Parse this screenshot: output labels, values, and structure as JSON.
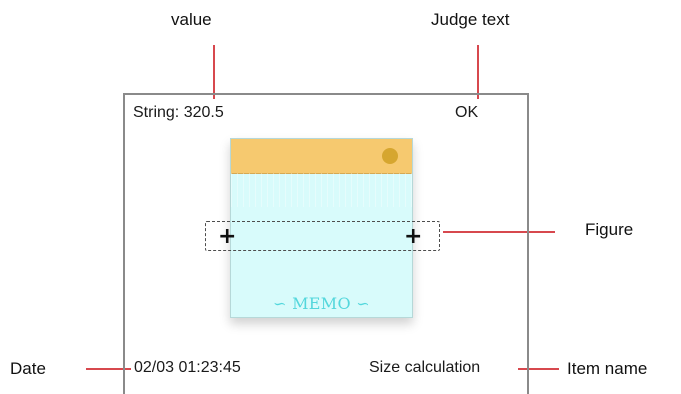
{
  "callouts": {
    "value": "value",
    "judge_text": "Judge text",
    "figure": "Figure",
    "date": "Date",
    "item_name": "Item name"
  },
  "screen": {
    "string_value": "String: 320.5",
    "judge_value": "OK",
    "date_time": "02/03  01:23:45",
    "item_name_value": "Size calculation",
    "memo_label": "∽ MEMO ∽"
  },
  "colors": {
    "callout_line": "#d7484e",
    "memo_header": "#f6c96f",
    "memo_body": "#d8fbfb",
    "memo_text": "#53d7dc",
    "frame": "#8a8a8a"
  }
}
